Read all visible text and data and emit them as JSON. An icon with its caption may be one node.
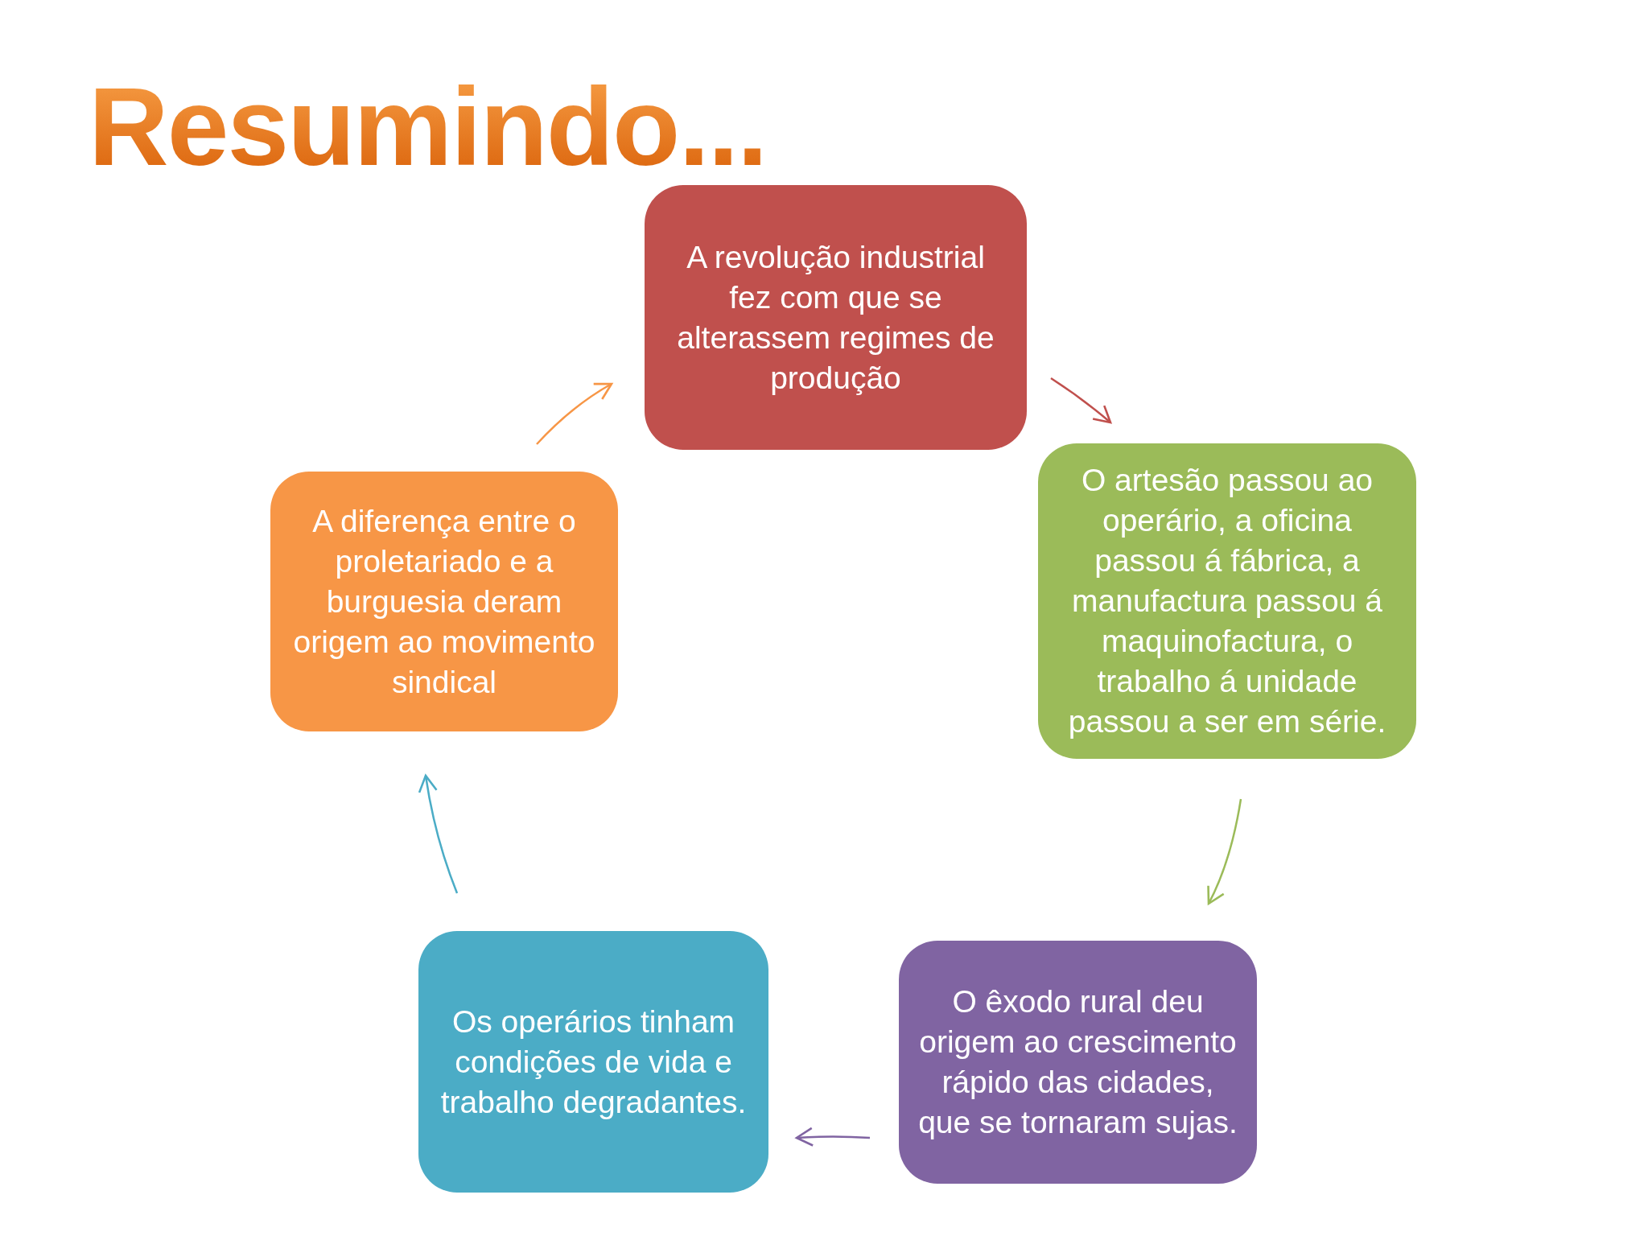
{
  "diagram": {
    "title": "Resumindo...",
    "nodes": [
      {
        "text": [
          "A revolução industrial fez com que se alterassem regimes de produção"
        ]
      },
      {
        "text": [
          "O artesão passou ao operário, a oficina passou á fábrica, a manufactura passou á maquinofactura, o trabalho á unidade passou a ser em série."
        ]
      },
      {
        "text": [
          "O êxodo rural deu origem ao crescimento rápido das cidades, que se tornaram sujas."
        ]
      },
      {
        "text": [
          "Os operários tinham condições de vida e trabalho degradantes."
        ]
      },
      {
        "text": [
          "A diferença entre o proletariado e a burguesia deram origem ao movimento sindical"
        ]
      }
    ],
    "edges": [
      {
        "from": 0,
        "to": 1,
        "arrow": "to",
        "color": "#c0504d"
      },
      {
        "from": 1,
        "to": 2,
        "arrow": "to",
        "color": "#9bbb59"
      },
      {
        "from": 2,
        "to": 3,
        "arrow": "to",
        "color": "#8064a2"
      },
      {
        "from": 3,
        "to": 4,
        "arrow": "to",
        "color": "#4bacc6"
      },
      {
        "from": 4,
        "to": 0,
        "arrow": "to",
        "color": "#f79646"
      }
    ]
  }
}
